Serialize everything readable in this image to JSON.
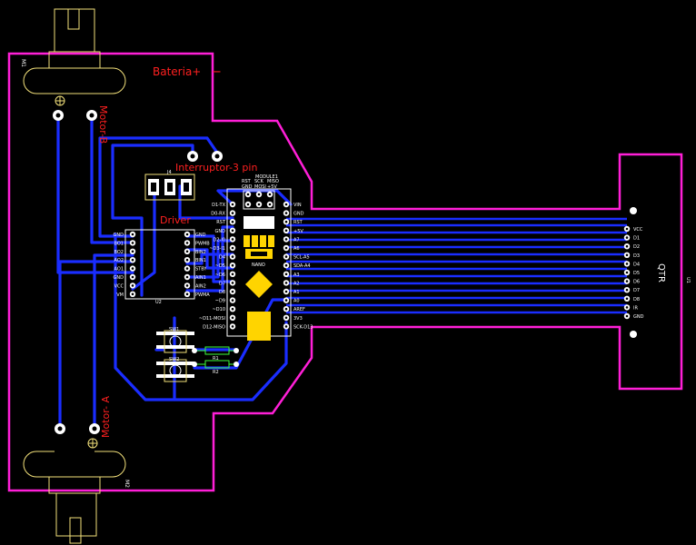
{
  "labels": {
    "bateria": "Bateria+",
    "minus": "−",
    "motor_b": "Motor-B",
    "motor_a": "Motor- A",
    "interruptor": "Interruptor-3 pin",
    "driver": "Driver",
    "qtr": "QTR",
    "module1": "MODULE1",
    "nano": "NANO",
    "j4": "J4",
    "u1": "U1",
    "u2": "U2",
    "m1": "M1",
    "m2": "M2",
    "sw1": "SW1",
    "sw2": "SW2",
    "r1": "R1",
    "r2": "R2"
  },
  "module_header": {
    "top": [
      "RST",
      "SCK",
      "MISO"
    ],
    "bottom": [
      "GND",
      "MOSI",
      "+5V"
    ]
  },
  "nano_left_pins": [
    "D1-TX",
    "D0-RX",
    "RST",
    "GND",
    "D2-I0",
    "~D3-I1",
    "D4",
    "~D5",
    "~D6",
    "D7",
    "D8",
    "~D9",
    "~D10",
    "~D11-MOSI",
    "D12-MISO"
  ],
  "nano_right_pins": [
    "VIN",
    "GND",
    "RST",
    "+5V",
    "A7",
    "A6",
    "SCL-A5",
    "SDA-A4",
    "A3",
    "A2",
    "A1",
    "A0",
    "AREF",
    "3V3",
    "SCK-D13"
  ],
  "driver_left_pins": [
    "GND",
    "BO1",
    "BO2",
    "AO2",
    "AO1",
    "GND",
    "VCC",
    "VM"
  ],
  "driver_right_pins": [
    "GND",
    "PWMB",
    "BIN2",
    "BIN1",
    "STBY",
    "AIN1",
    "AIN2",
    "PWMA"
  ],
  "qtr_pins": [
    "VCC",
    "D1",
    "D2",
    "D3",
    "D4",
    "D5",
    "D6",
    "D7",
    "D8",
    "IR",
    "GND"
  ],
  "colors": {
    "board_edge": "#ff1fd7",
    "trace": "#1a2dff",
    "silkscreen": "#f2e07a",
    "label_red": "#ff2020",
    "pad_white": "#ffffff",
    "pad_yellow": "#ffd400"
  }
}
